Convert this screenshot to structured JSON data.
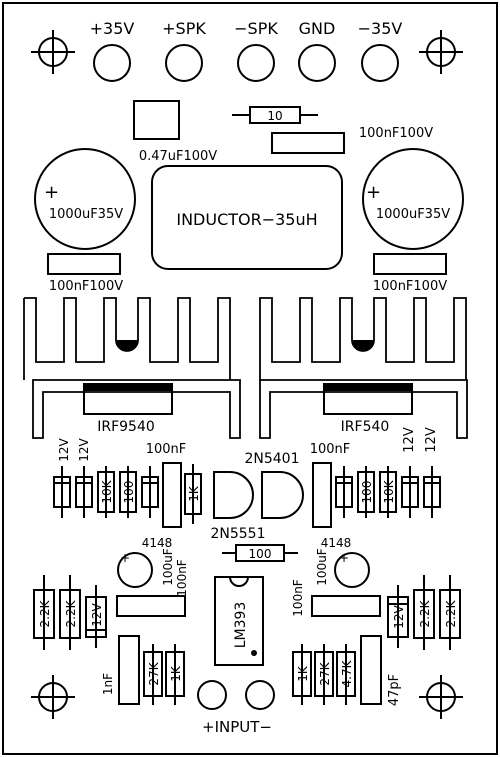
{
  "terminals": [
    "+35V",
    "+SPK",
    "−SPK",
    "GND",
    "−35V"
  ],
  "input_label": "+INPUT−",
  "components": {
    "r10_top": "10",
    "cap_047": "0.47uF100V",
    "cap_100n_top": "100nF100V",
    "cap_1000_left": "1000uF35V",
    "cap_1000_right": "1000uF35V",
    "inductor": "INDUCTOR−35uH",
    "cap_100n_left": "100nF100V",
    "cap_100n_right": "100nF100V",
    "mosfet_left": "IRF9540",
    "mosfet_right": "IRF540",
    "zener_12v": "12V",
    "r10k": "10K",
    "r100": "100",
    "r1k": "1K",
    "cap_100nf": "100nF",
    "q_2n5401": "2N5401",
    "q_2n5551": "2N5551",
    "r100_mid": "100",
    "diode_4148": "4148",
    "cap_100uf": "100uF",
    "ic": "LM393",
    "r22k": "2.2K",
    "r27k": "27K",
    "r47k": "4.7K",
    "cap_1nf": "1nF",
    "cap_47pf": "47pF"
  }
}
